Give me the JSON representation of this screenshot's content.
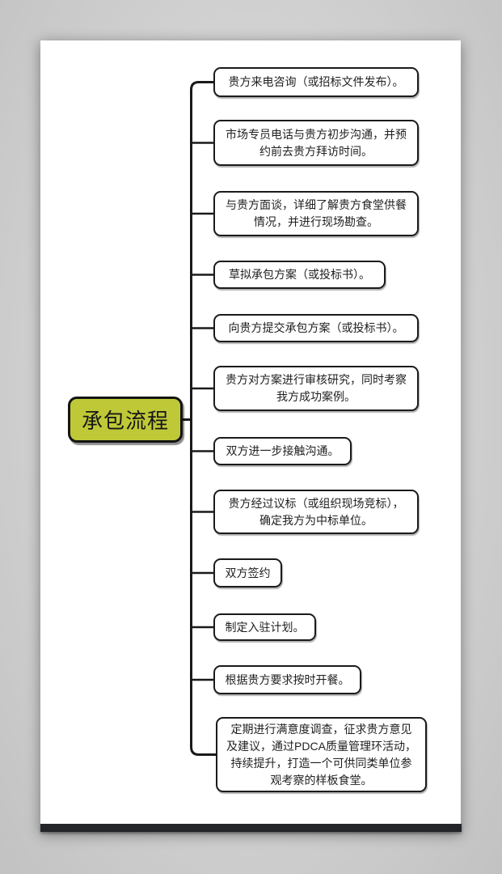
{
  "canvas": {
    "root_topic": {
      "label": "承包流程"
    },
    "topics": [
      {
        "label": "贵方来电咨询（或招标文件发布）。"
      },
      {
        "label": "市场专员电话与贵方初步沟通，并预\n约前去贵方拜访时间。"
      },
      {
        "label": "与贵方面谈，详细了解贵方食堂供餐\n情况，并进行现场勘查。"
      },
      {
        "label": "草拟承包方案（或投标书）。"
      },
      {
        "label": "向贵方提交承包方案（或投标书）。"
      },
      {
        "label": "贵方对方案进行审核研究，同时考察\n我方成功案例。"
      },
      {
        "label": "双方进一步接触沟通。"
      },
      {
        "label": "贵方经过议标（或组织现场竞标），\n确定我方为中标单位。"
      },
      {
        "label": "双方签约"
      },
      {
        "label": "制定入驻计划。"
      },
      {
        "label": "根据贵方要求按时开餐。"
      },
      {
        "label": "定期进行满意度调查，征求贵方意见\n及建议，通过PDCA质量管理环活动，\n持续提升，打造一个可供同类单位参\n观考察的样板食堂。"
      }
    ],
    "colors": {
      "root_fill": "#bfc938",
      "connector_line": "#1a1a1a",
      "page_bottom_bar": "#232528"
    }
  }
}
